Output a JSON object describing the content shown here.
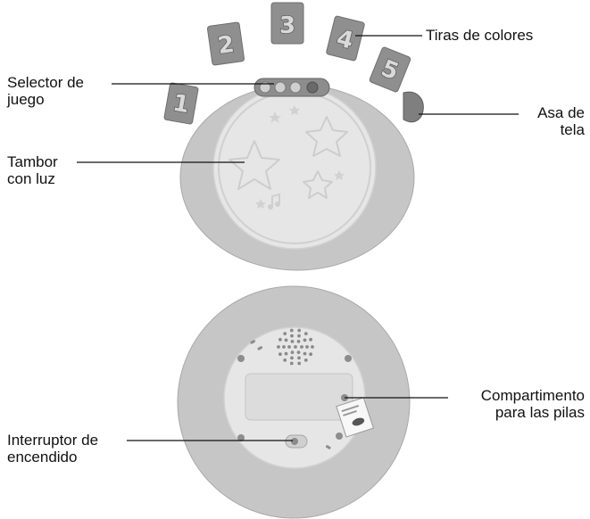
{
  "colors": {
    "plush": "#c6c6c6",
    "plush_dark": "#a9a9a9",
    "panel": "#e6e6e6",
    "tag": "#8f8f8f",
    "leader_line": "#111111"
  },
  "tags": [
    "1",
    "2",
    "3",
    "4",
    "5"
  ],
  "labels": {
    "tiras": "Tiras de colores",
    "selector": {
      "line1": "Selector de",
      "line2": "juego"
    },
    "asa": {
      "line1": "Asa de",
      "line2": "tela"
    },
    "tambor": {
      "line1": "Tambor",
      "line2": "con luz"
    },
    "compartimento": {
      "line1": "Compartimento",
      "line2": "para las pilas"
    },
    "interruptor": {
      "line1": "Interruptor de",
      "line2": "encendido"
    }
  }
}
